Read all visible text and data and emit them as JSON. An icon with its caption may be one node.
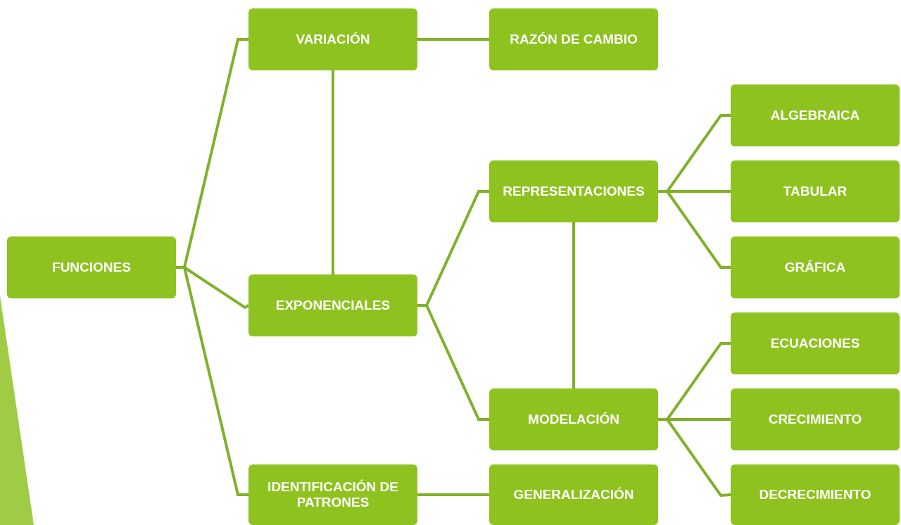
{
  "diagram": {
    "nodes": [
      {
        "text": [
          "FUNCIONES"
        ]
      },
      {
        "text": [
          "VARIACIÓN"
        ]
      },
      {
        "text": [
          "RAZÓN DE CAMBIO"
        ]
      },
      {
        "text": [
          "EXPONENCIALES"
        ]
      },
      {
        "text": [
          "REPRESENTACIONES"
        ]
      },
      {
        "text": [
          "ALGEBRAICA"
        ]
      },
      {
        "text": [
          "TABULAR"
        ]
      },
      {
        "text": [
          "GRÁFICA"
        ]
      },
      {
        "text": [
          "MODELACIÓN"
        ]
      },
      {
        "text": [
          "ECUACIONES"
        ]
      },
      {
        "text": [
          "CRECIMIENTO"
        ]
      },
      {
        "text": [
          "DECRECIMIENTO"
        ]
      },
      {
        "text": [
          "IDENTIFICACIÓN DE PATRONES"
        ]
      },
      {
        "text": [
          "GENERALIZACIÓN"
        ]
      }
    ],
    "edges": [
      {
        "from": 0,
        "to": 1,
        "arrow": "none"
      },
      {
        "from": 0,
        "to": 3,
        "arrow": "none"
      },
      {
        "from": 0,
        "to": 12,
        "arrow": "none"
      },
      {
        "from": 1,
        "to": 2,
        "arrow": "none"
      },
      {
        "from": 1,
        "to": 3,
        "arrow": "none"
      },
      {
        "from": 3,
        "to": 4,
        "arrow": "none"
      },
      {
        "from": 3,
        "to": 8,
        "arrow": "none"
      },
      {
        "from": 4,
        "to": 5,
        "arrow": "none"
      },
      {
        "from": 4,
        "to": 6,
        "arrow": "none"
      },
      {
        "from": 4,
        "to": 7,
        "arrow": "none"
      },
      {
        "from": 4,
        "to": 8,
        "arrow": "none"
      },
      {
        "from": 8,
        "to": 9,
        "arrow": "none"
      },
      {
        "from": 8,
        "to": 10,
        "arrow": "none"
      },
      {
        "from": 8,
        "to": 11,
        "arrow": "none"
      },
      {
        "from": 12,
        "to": 13,
        "arrow": "none"
      }
    ]
  }
}
